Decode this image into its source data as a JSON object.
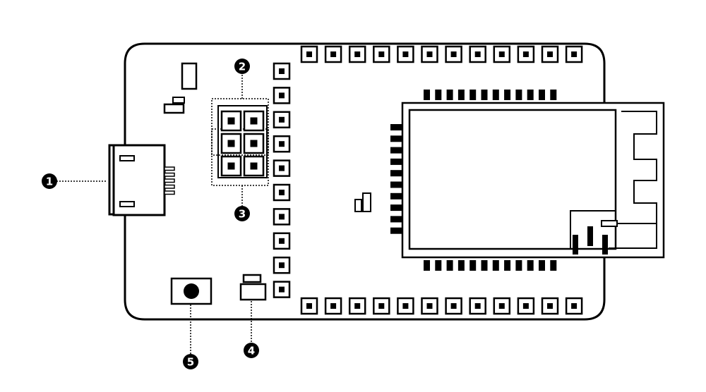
{
  "colors": {
    "ink": "#000000",
    "paper": "#ffffff"
  },
  "callouts": [
    {
      "number": "1",
      "target": "usb-connector"
    },
    {
      "number": "2",
      "target": "header-block-top"
    },
    {
      "number": "3",
      "target": "header-block-bottom"
    },
    {
      "number": "4",
      "target": "led-component"
    },
    {
      "number": "5",
      "target": "push-button"
    }
  ]
}
